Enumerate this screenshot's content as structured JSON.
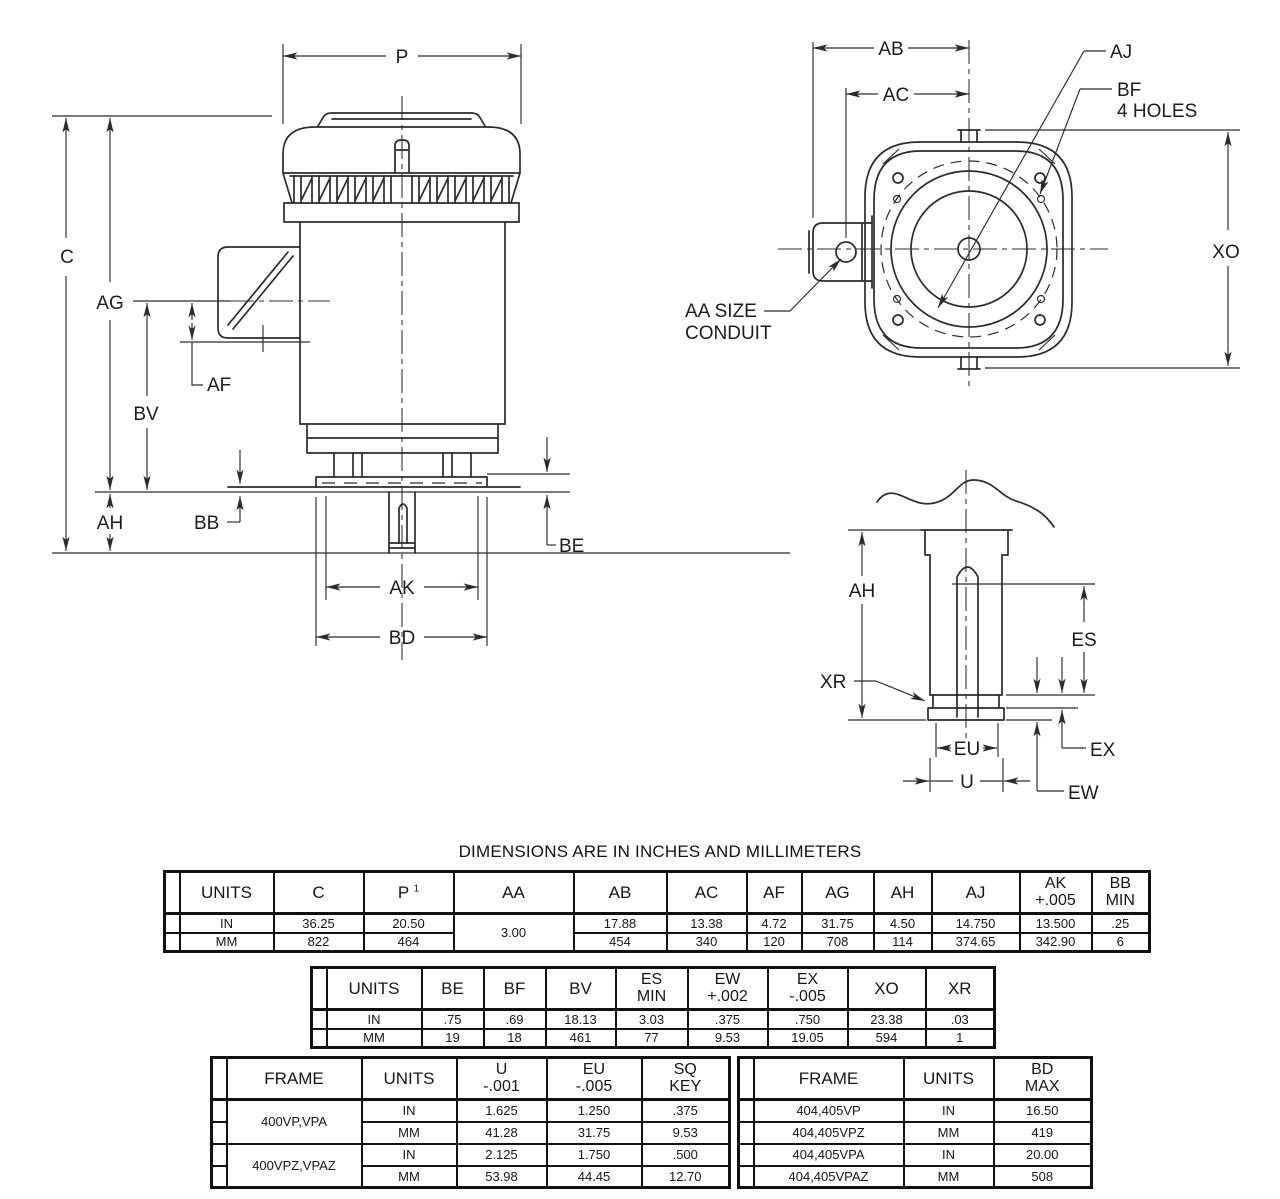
{
  "title": "DIMENSIONS ARE IN INCHES AND MILLIMETERS",
  "colors": {
    "line": "#2b2b2b",
    "text": "#1c1c1c",
    "background": "#ffffff"
  },
  "diagram": {
    "side_view_labels": {
      "p": "P",
      "c": "C",
      "ag": "AG",
      "af": "AF",
      "bv": "BV",
      "ah": "AH",
      "bb": "BB",
      "be": "BE",
      "ak": "AK",
      "bd": "BD"
    },
    "top_view_labels": {
      "ab": "AB",
      "ac": "AC",
      "aj": "AJ",
      "bf": "BF",
      "bf_note": "4 HOLES",
      "aa_note_line1": "AA SIZE",
      "aa_note_line2": "CONDUIT",
      "xo": "XO"
    },
    "shaft_view_labels": {
      "ah": "AH",
      "xr": "XR",
      "es": "ES",
      "ex": "EX",
      "ew": "EW",
      "eu": "EU",
      "u": "U"
    }
  },
  "table_general": {
    "headers": {
      "units": "UNITS",
      "c": "C",
      "p": "P",
      "p_sup": "1",
      "aa": "AA",
      "ab": "AB",
      "ac": "AC",
      "af": "AF",
      "ag": "AG",
      "ah": "AH",
      "aj": "AJ",
      "ak_1": "AK",
      "ak_2": "+.005",
      "bb_1": "BB",
      "bb_2": "MIN"
    },
    "aa_value": "3.00",
    "in": {
      "label": "IN",
      "c": "36.25",
      "p": "20.50",
      "ab": "17.88",
      "ac": "13.38",
      "af": "4.72",
      "ag": "31.75",
      "ah": "4.50",
      "aj": "14.750",
      "ak": "13.500",
      "bb": ".25"
    },
    "mm": {
      "label": "MM",
      "c": "822",
      "p": "464",
      "ab": "454",
      "ac": "340",
      "af": "120",
      "ag": "708",
      "ah": "114",
      "aj": "374.65",
      "ak": "342.90",
      "bb": "6"
    }
  },
  "table_secondary": {
    "headers": {
      "units": "UNITS",
      "be": "BE",
      "bf": "BF",
      "bv": "BV",
      "es_1": "ES",
      "es_2": "MIN",
      "ew_1": "EW",
      "ew_2": "+.002",
      "ex_1": "EX",
      "ex_2": "-.005",
      "xo": "XO",
      "xr": "XR"
    },
    "in": {
      "label": "IN",
      "be": ".75",
      "bf": ".69",
      "bv": "18.13",
      "es": "3.03",
      "ew": ".375",
      "ex": ".750",
      "xo": "23.38",
      "xr": ".03"
    },
    "mm": {
      "label": "MM",
      "be": "19",
      "bf": "18",
      "bv": "461",
      "es": "77",
      "ew": "9.53",
      "ex": "19.05",
      "xo": "594",
      "xr": "1"
    }
  },
  "table_shaft": {
    "headers": {
      "frame": "FRAME",
      "units": "UNITS",
      "u_1": "U",
      "u_2": "-.001",
      "eu_1": "EU",
      "eu_2": "-.005",
      "sq_1": "SQ",
      "sq_2": "KEY"
    },
    "groups": [
      {
        "frame": "400VP,VPA",
        "in": {
          "label": "IN",
          "u": "1.625",
          "eu": "1.250",
          "sq": ".375"
        },
        "mm": {
          "label": "MM",
          "u": "41.28",
          "eu": "31.75",
          "sq": "9.53"
        }
      },
      {
        "frame": "400VPZ,VPAZ",
        "in": {
          "label": "IN",
          "u": "2.125",
          "eu": "1.750",
          "sq": ".500"
        },
        "mm": {
          "label": "MM",
          "u": "53.98",
          "eu": "44.45",
          "sq": "12.70"
        }
      }
    ]
  },
  "table_bd": {
    "headers": {
      "frame": "FRAME",
      "units": "UNITS",
      "bd_1": "BD",
      "bd_2": "MAX"
    },
    "rows": [
      {
        "frame": "404,405VP",
        "units": "IN",
        "bd": "16.50"
      },
      {
        "frame": "404,405VPZ",
        "units": "MM",
        "bd": "419"
      },
      {
        "frame": "404,405VPA",
        "units": "IN",
        "bd": "20.00"
      },
      {
        "frame": "404,405VPAZ",
        "units": "MM",
        "bd": "508"
      }
    ]
  }
}
